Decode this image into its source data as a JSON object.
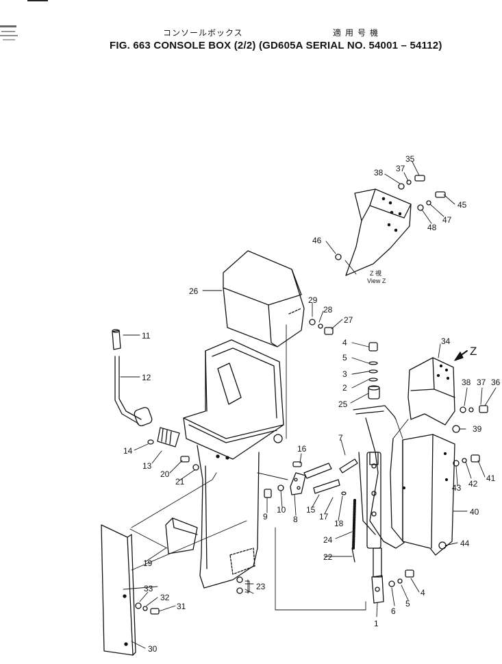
{
  "header": {
    "title_jp": "コンソールボックス",
    "applicability_jp": "適用号機",
    "figure_title": "FIG. 663  CONSOLE BOX (2/2) (GD605A SERIAL NO. 54001 – 54112)"
  },
  "view_label": {
    "arrow_letter": "Z",
    "caption_line1": "Z 視",
    "caption_line2": "View Z"
  },
  "callouts": [
    {
      "id": "c1",
      "label": "1"
    },
    {
      "id": "c2",
      "label": "2"
    },
    {
      "id": "c3",
      "label": "3"
    },
    {
      "id": "c4a",
      "label": "4"
    },
    {
      "id": "c4b",
      "label": "4"
    },
    {
      "id": "c5a",
      "label": "5"
    },
    {
      "id": "c5b",
      "label": "5"
    },
    {
      "id": "c6",
      "label": "6"
    },
    {
      "id": "c7",
      "label": "7"
    },
    {
      "id": "c8",
      "label": "8"
    },
    {
      "id": "c9",
      "label": "9"
    },
    {
      "id": "c10",
      "label": "10"
    },
    {
      "id": "c11",
      "label": "11"
    },
    {
      "id": "c12",
      "label": "12"
    },
    {
      "id": "c13",
      "label": "13"
    },
    {
      "id": "c14",
      "label": "14"
    },
    {
      "id": "c15",
      "label": "15"
    },
    {
      "id": "c16",
      "label": "16"
    },
    {
      "id": "c17",
      "label": "17"
    },
    {
      "id": "c18",
      "label": "18"
    },
    {
      "id": "c19",
      "label": "19"
    },
    {
      "id": "c20",
      "label": "20"
    },
    {
      "id": "c21",
      "label": "21"
    },
    {
      "id": "c22",
      "label": "22"
    },
    {
      "id": "c23",
      "label": "23"
    },
    {
      "id": "c24",
      "label": "24"
    },
    {
      "id": "c25",
      "label": "25"
    },
    {
      "id": "c26",
      "label": "26"
    },
    {
      "id": "c27",
      "label": "27"
    },
    {
      "id": "c28",
      "label": "28"
    },
    {
      "id": "c29",
      "label": "29"
    },
    {
      "id": "c30",
      "label": "30"
    },
    {
      "id": "c31",
      "label": "31"
    },
    {
      "id": "c32",
      "label": "32"
    },
    {
      "id": "c33",
      "label": "33"
    },
    {
      "id": "c34",
      "label": "34"
    },
    {
      "id": "c35",
      "label": "35"
    },
    {
      "id": "c36",
      "label": "36"
    },
    {
      "id": "c37a",
      "label": "37"
    },
    {
      "id": "c37b",
      "label": "37"
    },
    {
      "id": "c38a",
      "label": "38"
    },
    {
      "id": "c38b",
      "label": "38"
    },
    {
      "id": "c39",
      "label": "39"
    },
    {
      "id": "c40",
      "label": "40"
    },
    {
      "id": "c41",
      "label": "41"
    },
    {
      "id": "c42",
      "label": "42"
    },
    {
      "id": "c43",
      "label": "43"
    },
    {
      "id": "c44",
      "label": "44"
    },
    {
      "id": "c45",
      "label": "45"
    },
    {
      "id": "c46",
      "label": "46"
    },
    {
      "id": "c47",
      "label": "47"
    },
    {
      "id": "c48",
      "label": "48"
    }
  ]
}
